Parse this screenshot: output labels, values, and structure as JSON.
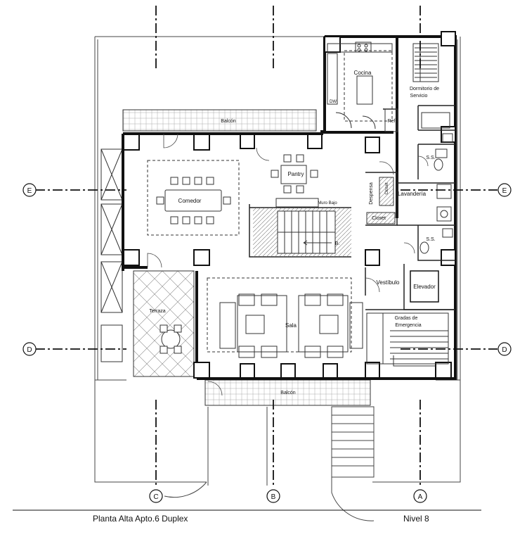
{
  "drawing": {
    "title": "Planta Alta Apto.6 Duplex",
    "level": "Nivel 8"
  },
  "rooms": {
    "cocina": "Cocina",
    "dw": "DW",
    "ref": "Ref",
    "dormitorio_1": "Dormitorio de",
    "dormitorio_2": "Servicio",
    "balcon_top": "Balcón",
    "pantry": "Pantry",
    "muro_bajo": "Muro Bajo",
    "comedor": "Comedor",
    "ss_1": "S.S.",
    "ss_2": "S.S.",
    "despensa": "Despensa",
    "closet_v": "Closet",
    "closet_h": "Closet",
    "lavanderia": "Lavandería",
    "b_marker": "B.",
    "vestibulo": "Vestíbulo",
    "elevador": "Elevador",
    "gradas_1": "Gradas de",
    "gradas_2": "Emergencia",
    "terraza": "Terraza",
    "sala": "Sala",
    "balcon_bottom": "Balcón"
  },
  "grid_markers": {
    "e_left": "E",
    "e_right": "E",
    "d_left": "D",
    "d_right": "D",
    "c_bottom": "C",
    "b_bottom": "B",
    "a_bottom": "A"
  }
}
